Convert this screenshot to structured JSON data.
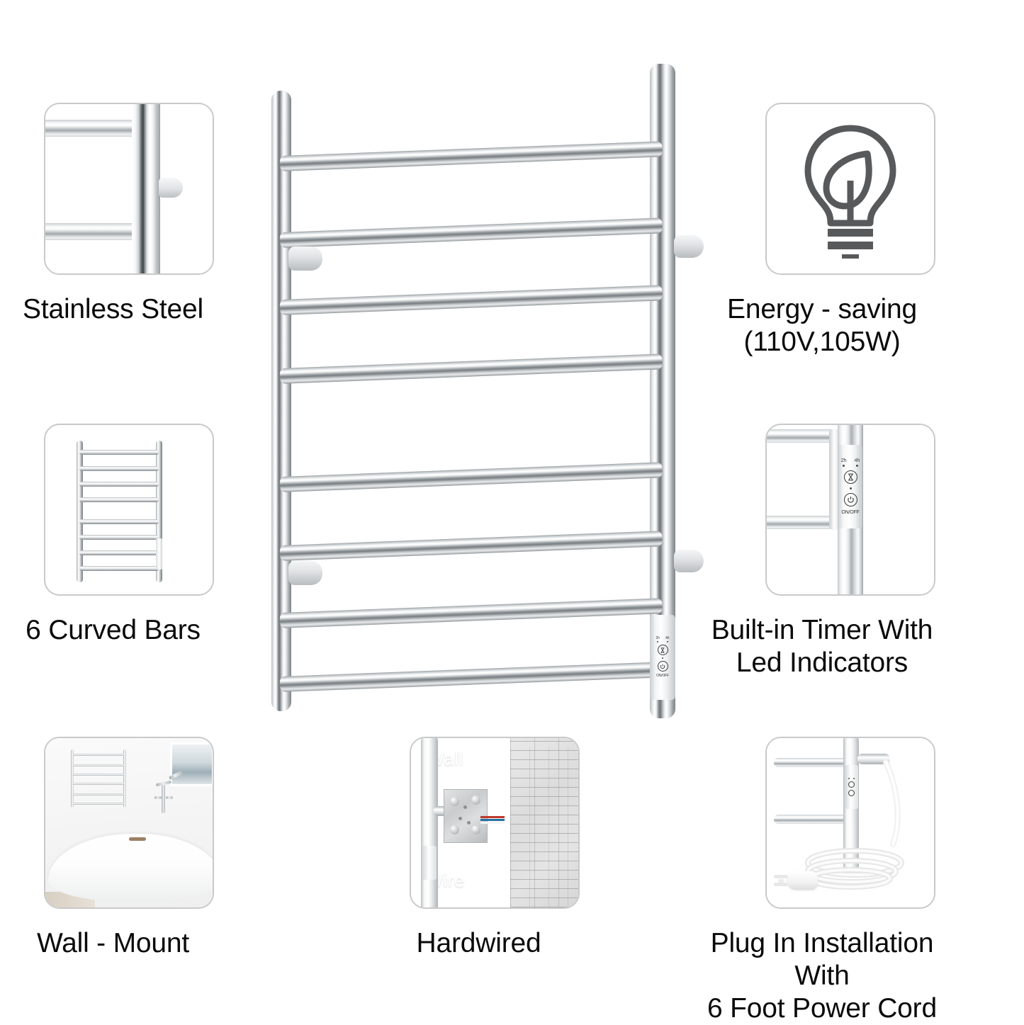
{
  "page": {
    "background": "#ffffff",
    "caption_color": "#0a0a0a",
    "card_border_color": "#c9c9c9"
  },
  "features": {
    "stainless_steel": {
      "caption": "Stainless Steel",
      "icon_name": "stainless-steel-closeup"
    },
    "curved_bars": {
      "caption": "6 Curved Bars",
      "icon_name": "towel-rack-front-view"
    },
    "wall_mount": {
      "caption": "Wall - Mount",
      "icon_name": "bathroom-scene"
    },
    "energy_saving": {
      "caption": "Energy - saving\n(110V,105W)",
      "caption_line1": "Energy - saving",
      "caption_line2": "(110V,105W)",
      "icon_name": "lightbulb-leaf-icon",
      "icon_color": "#58595b"
    },
    "built_in_timer": {
      "caption": "Built-in Timer With\nLed Indicators",
      "caption_line1": "Built-in Timer With",
      "caption_line2": "Led Indicators",
      "icon_name": "timer-control-closeup"
    },
    "hardwired": {
      "caption": "Hardwired",
      "icon_name": "wall-bracket-wiring",
      "wall_label": "Wall",
      "wire_label": "Wire",
      "wire_colors": [
        "#c0392b",
        "#2471a3",
        "#f4f4f4"
      ]
    },
    "plug_in": {
      "caption": "Plug In Installation With\n6 Foot Power Cord",
      "caption_line1": "Plug In Installation With",
      "caption_line2": "6 Foot Power Cord",
      "icon_name": "power-cord-plug"
    }
  },
  "control_panel": {
    "led_2h_label": "2h",
    "led_4h_label": "4h",
    "timer_button_name": "timer-hourglass-button",
    "power_button_name": "power-button",
    "onoff_label": "ON/OFF"
  },
  "product": {
    "name": "heated-towel-rack",
    "bar_count": 8,
    "post_count": 2,
    "bracket_count": 2,
    "finish": "polished-stainless-chrome"
  }
}
